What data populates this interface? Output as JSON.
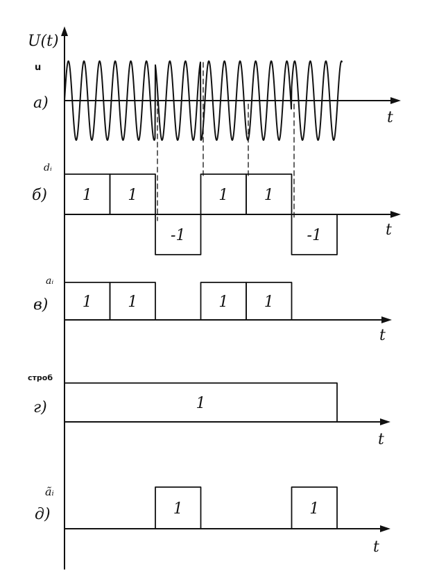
{
  "axis_title": "U(t)",
  "amplitude_label": "u",
  "time_label": "t",
  "panels": [
    {
      "id": "a",
      "label": "а)",
      "signal_label": ""
    },
    {
      "id": "b",
      "label": "б)",
      "signal_label": "dᵢ",
      "levels": [
        1,
        1,
        -1,
        1,
        1,
        -1
      ],
      "texts": [
        "1",
        "1",
        "-1",
        "1",
        "1",
        "-1"
      ]
    },
    {
      "id": "v",
      "label": "в)",
      "signal_label": "aᵢ",
      "levels": [
        1,
        1,
        0,
        1,
        1,
        0
      ],
      "texts": [
        "1",
        "1",
        "",
        "1",
        "1",
        ""
      ]
    },
    {
      "id": "g",
      "label": "г)",
      "signal_label": "строб",
      "levels": [
        1
      ],
      "texts": [
        "1"
      ]
    },
    {
      "id": "d",
      "label": "д)",
      "signal_label": "ãᵢ",
      "levels": [
        0,
        0,
        1,
        0,
        0,
        1
      ],
      "texts": [
        "",
        "",
        "1",
        "",
        "",
        "1"
      ]
    }
  ]
}
